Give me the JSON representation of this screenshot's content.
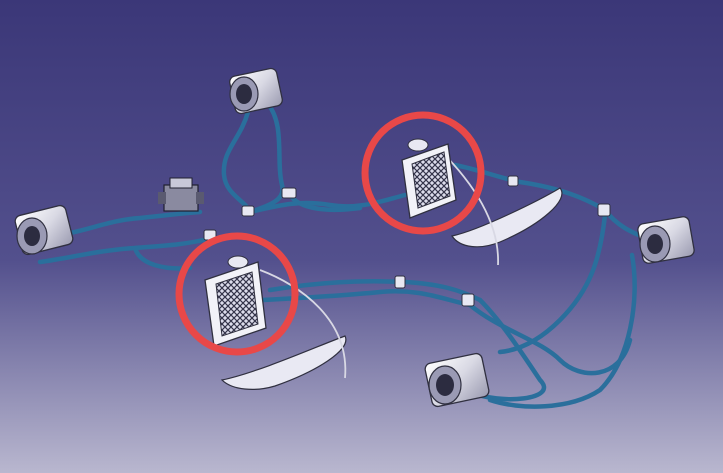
{
  "window": {
    "title": ""
  },
  "scene": {
    "description_visible_text": "",
    "highlight_color": "#e84848",
    "hose_color": "#2a6f9c",
    "background_top": "#3b3778",
    "background_bottom": "#b9b7cf",
    "parts": [
      {
        "id": "motor-top",
        "kind": "motor-housing"
      },
      {
        "id": "motor-left",
        "kind": "motor-housing"
      },
      {
        "id": "motor-right",
        "kind": "motor-housing"
      },
      {
        "id": "motor-bottom",
        "kind": "motor-housing"
      },
      {
        "id": "radiator-upper",
        "kind": "radiator",
        "highlighted": true
      },
      {
        "id": "radiator-lower",
        "kind": "radiator",
        "highlighted": true
      },
      {
        "id": "pump-unit",
        "kind": "pump"
      },
      {
        "id": "fin-upper",
        "kind": "mounting-plate"
      },
      {
        "id": "fin-lower",
        "kind": "mounting-plate"
      }
    ]
  }
}
